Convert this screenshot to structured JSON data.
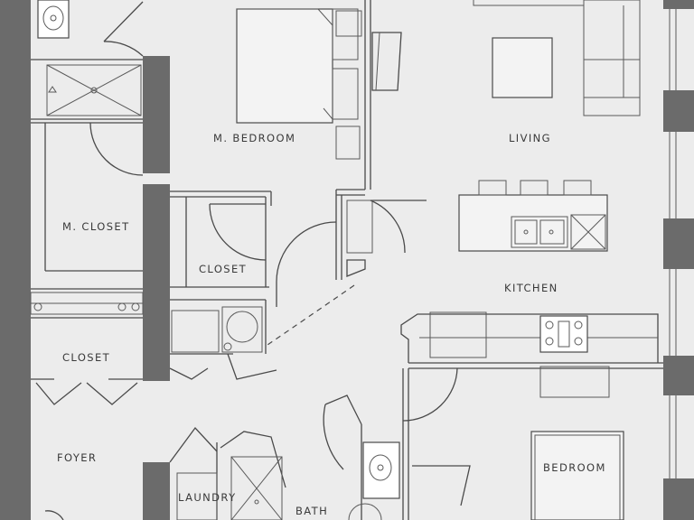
{
  "rooms": {
    "m_bedroom": "M. BEDROOM",
    "living": "LIVING",
    "m_closet": "M. CLOSET",
    "closet_center": "CLOSET",
    "kitchen": "KITCHEN",
    "closet_left": "CLOSET",
    "foyer": "FOYER",
    "bedroom": "BEDROOM",
    "laundry": "LAUNDRY",
    "bath": "BATH"
  },
  "colors": {
    "background": "#ececec",
    "wall": "#6b6b6b",
    "line": "#4a4a4a"
  }
}
